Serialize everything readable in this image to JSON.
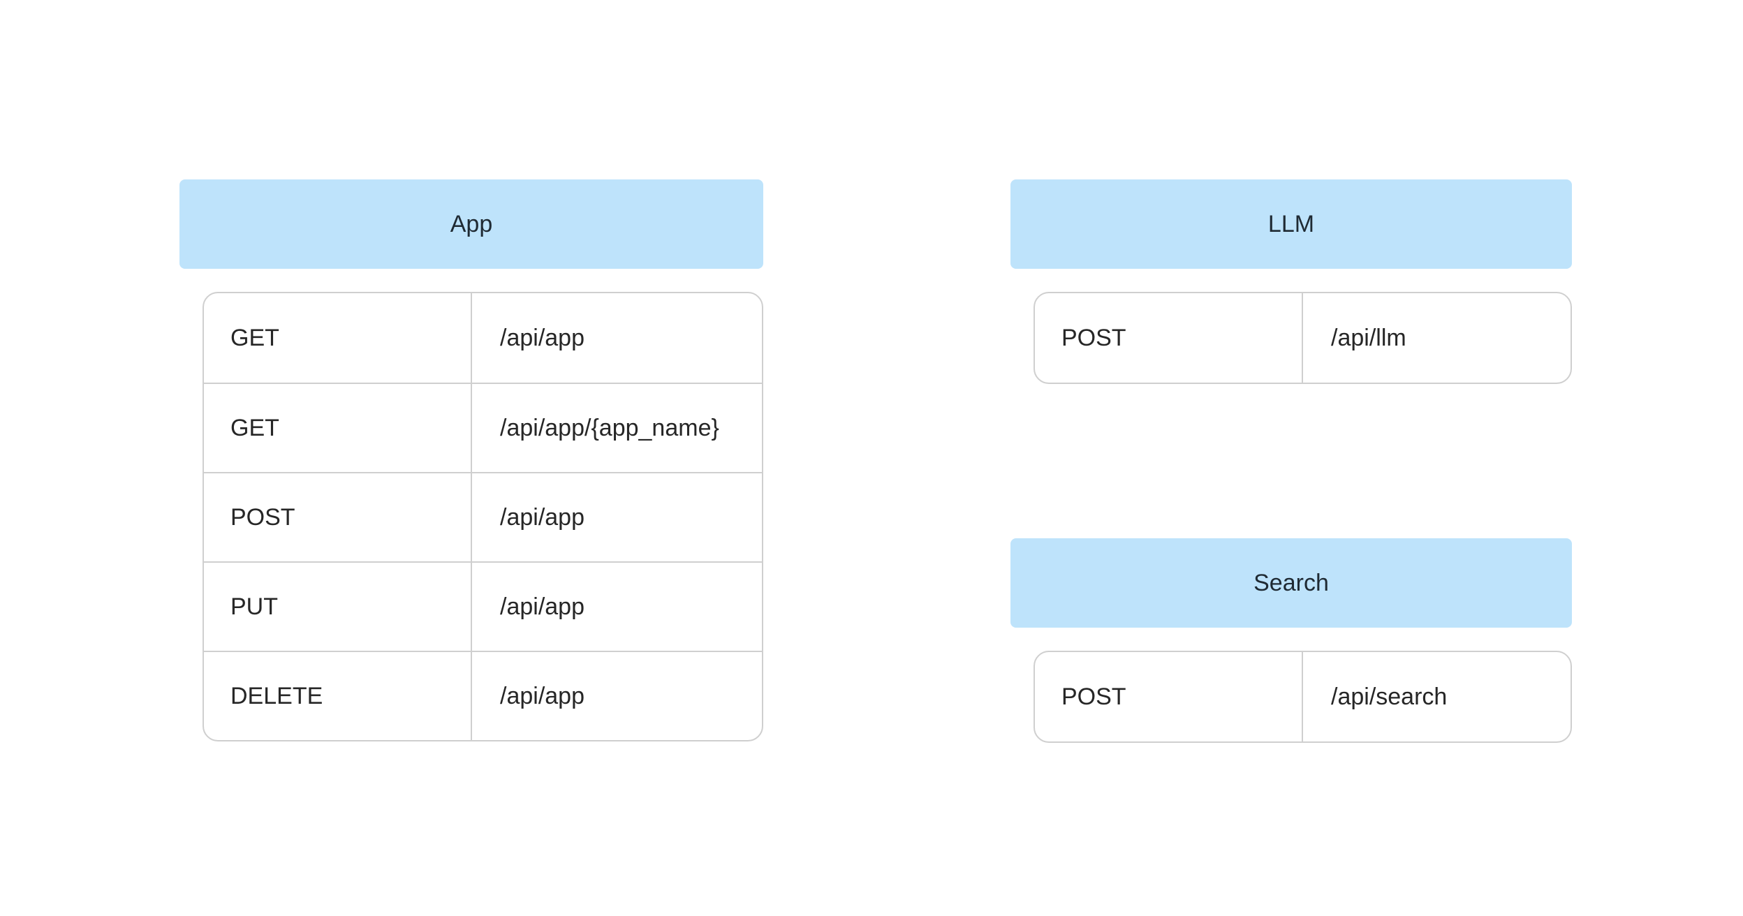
{
  "groups": {
    "app": {
      "title": "App",
      "endpoints": [
        {
          "method": "GET",
          "path": "/api/app"
        },
        {
          "method": "GET",
          "path": "/api/app/{app_name}"
        },
        {
          "method": "POST",
          "path": "/api/app"
        },
        {
          "method": "PUT",
          "path": "/api/app"
        },
        {
          "method": "DELETE",
          "path": "/api/app"
        }
      ]
    },
    "llm": {
      "title": "LLM",
      "endpoints": [
        {
          "method": "POST",
          "path": "/api/llm"
        }
      ]
    },
    "search": {
      "title": "Search",
      "endpoints": [
        {
          "method": "POST",
          "path": "/api/search"
        }
      ]
    }
  },
  "colors": {
    "header_background": "#bee3fb",
    "border": "#cfcfcf",
    "text": "#262626"
  }
}
